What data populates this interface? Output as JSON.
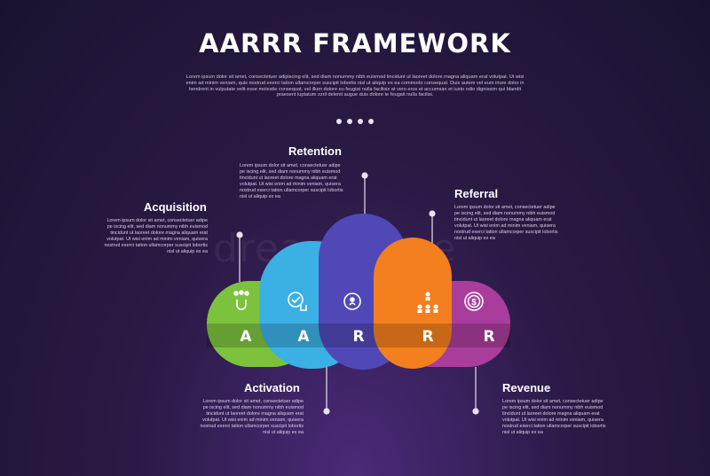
{
  "title": "AARRR FRAMEWORK",
  "intro": "Lorem ipsum dolor sit amet, consectetuer adipiscing elit, sed diam nonummy nibh euismod tincidunt ut laoreet dolore magna aliquam erat volutpat. Ut wisi enim ad minim veniam, quis nostrud exerci tation ullamcorper suscipit lobortis nisl ut aliquip ex ea commodo consequat. Duis autem vel eum iriure dolor in hendrerit in vulputate velit esse molestie consequat, vel illum dolore eu feugiat nulla facilisis at vero eros et accumsan et iusto odio dignissim qui blandit praesent luptatum zzril delenit augue duis dolore te feugait nulla facilisi.",
  "watermark": "dreamstime",
  "stages": [
    {
      "name": "Acquisition",
      "letter": "A",
      "color": "#7dc23d",
      "icon": "magnet-people-icon",
      "text": "Lorem ipsum dolor sit amet, consectetuer adipe pe iscing elit, sed diam nonummy nibh euismod tincidunt ut laoreet dolore magna aliquam erat volutpat. Ut wisi enim ad minim veniam, quisera nostrud exerci tation ullamcorper suscipit lobortis nisl ut aliquip ex ea"
    },
    {
      "name": "Activation",
      "letter": "A",
      "color": "#3bb0e4",
      "icon": "touch-check-icon",
      "text": "Lorem ipsum dolor sit amet, consectetuer adipe pe iscing elit, sed diam nonummy nibh euismod tincidunt ut laoreet dolore magna aliquam erat volutpat. Ut wisi enim ad minim veniam, quisera nostrud exerci tation ullamcorper suscipit lobortis nisl ut aliquip ex ea"
    },
    {
      "name": "Retention",
      "letter": "R",
      "color": "#5148b8",
      "icon": "recycle-user-icon",
      "text": "Lorem ipsum dolor sit amet, consectetuer adipe pe iscing elit, sed diam nonummy nibh euismod tincidunt ut laoreet dolore magna aliquam erat volutpat. Ut wisi enim ad minim veniam, quisera nostrud exerci tation ullamcorper suscipit lobortis nisl ut aliquip ex ea"
    },
    {
      "name": "Referral",
      "letter": "R",
      "color": "#f37f1f",
      "icon": "network-people-icon",
      "text": "Lorem ipsum dolor sit amet, consectetuer adipe pe iscing elit, sed diam nonummy nibh euismod tincidunt ut laoreet dolore magna aliquam erat volutpat. Ut wisi enim ad minim veniam, quisera nostrud exerci tation ullamcorper suscipit lobortis nisl ut aliquip ex ea"
    },
    {
      "name": "Revenue",
      "letter": "R",
      "color": "#a93d9c",
      "icon": "dollar-coin-icon",
      "text": "Lorem ipsum dolor sit amet, consectetuer adipe pe iscing elit, sed diam nonummy nibh euismod tincidunt ut laoreet dolore magna aliquam erat volutpat. Ut wisi enim ad minim veniam, quisera nostrud exerci tation ullamcorper suscipit lobortis nisl ut aliquip ex ea"
    }
  ]
}
